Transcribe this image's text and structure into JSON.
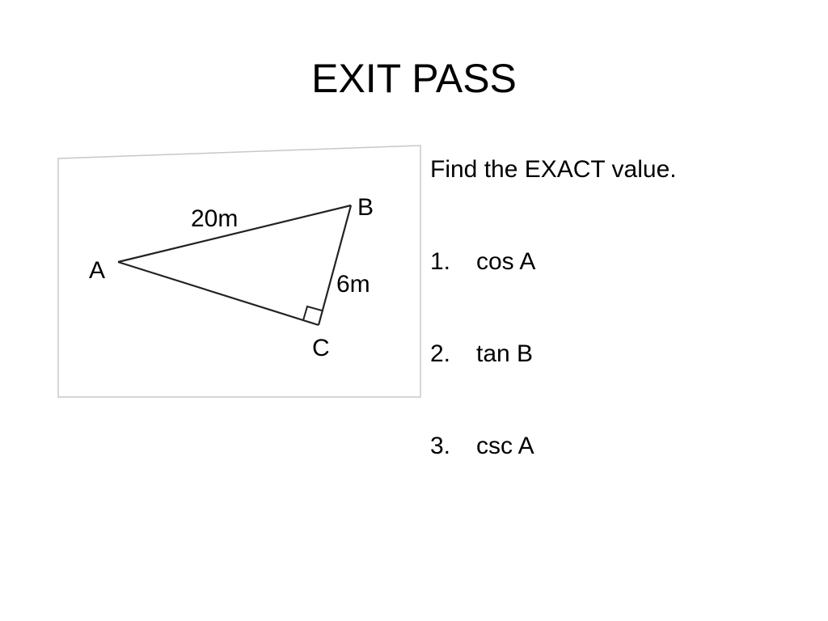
{
  "slide": {
    "title": "EXIT PASS"
  },
  "figure": {
    "vertices": {
      "a": "A",
      "b": "B",
      "c": "C"
    },
    "sides": {
      "ab": "20m",
      "bc": "6m"
    }
  },
  "prompt": {
    "instruction": "Find the EXACT value.",
    "questions": [
      {
        "number": "1.",
        "text": "cos A"
      },
      {
        "number": "2.",
        "text": "tan B"
      },
      {
        "number": "3.",
        "text": "csc A"
      }
    ]
  }
}
